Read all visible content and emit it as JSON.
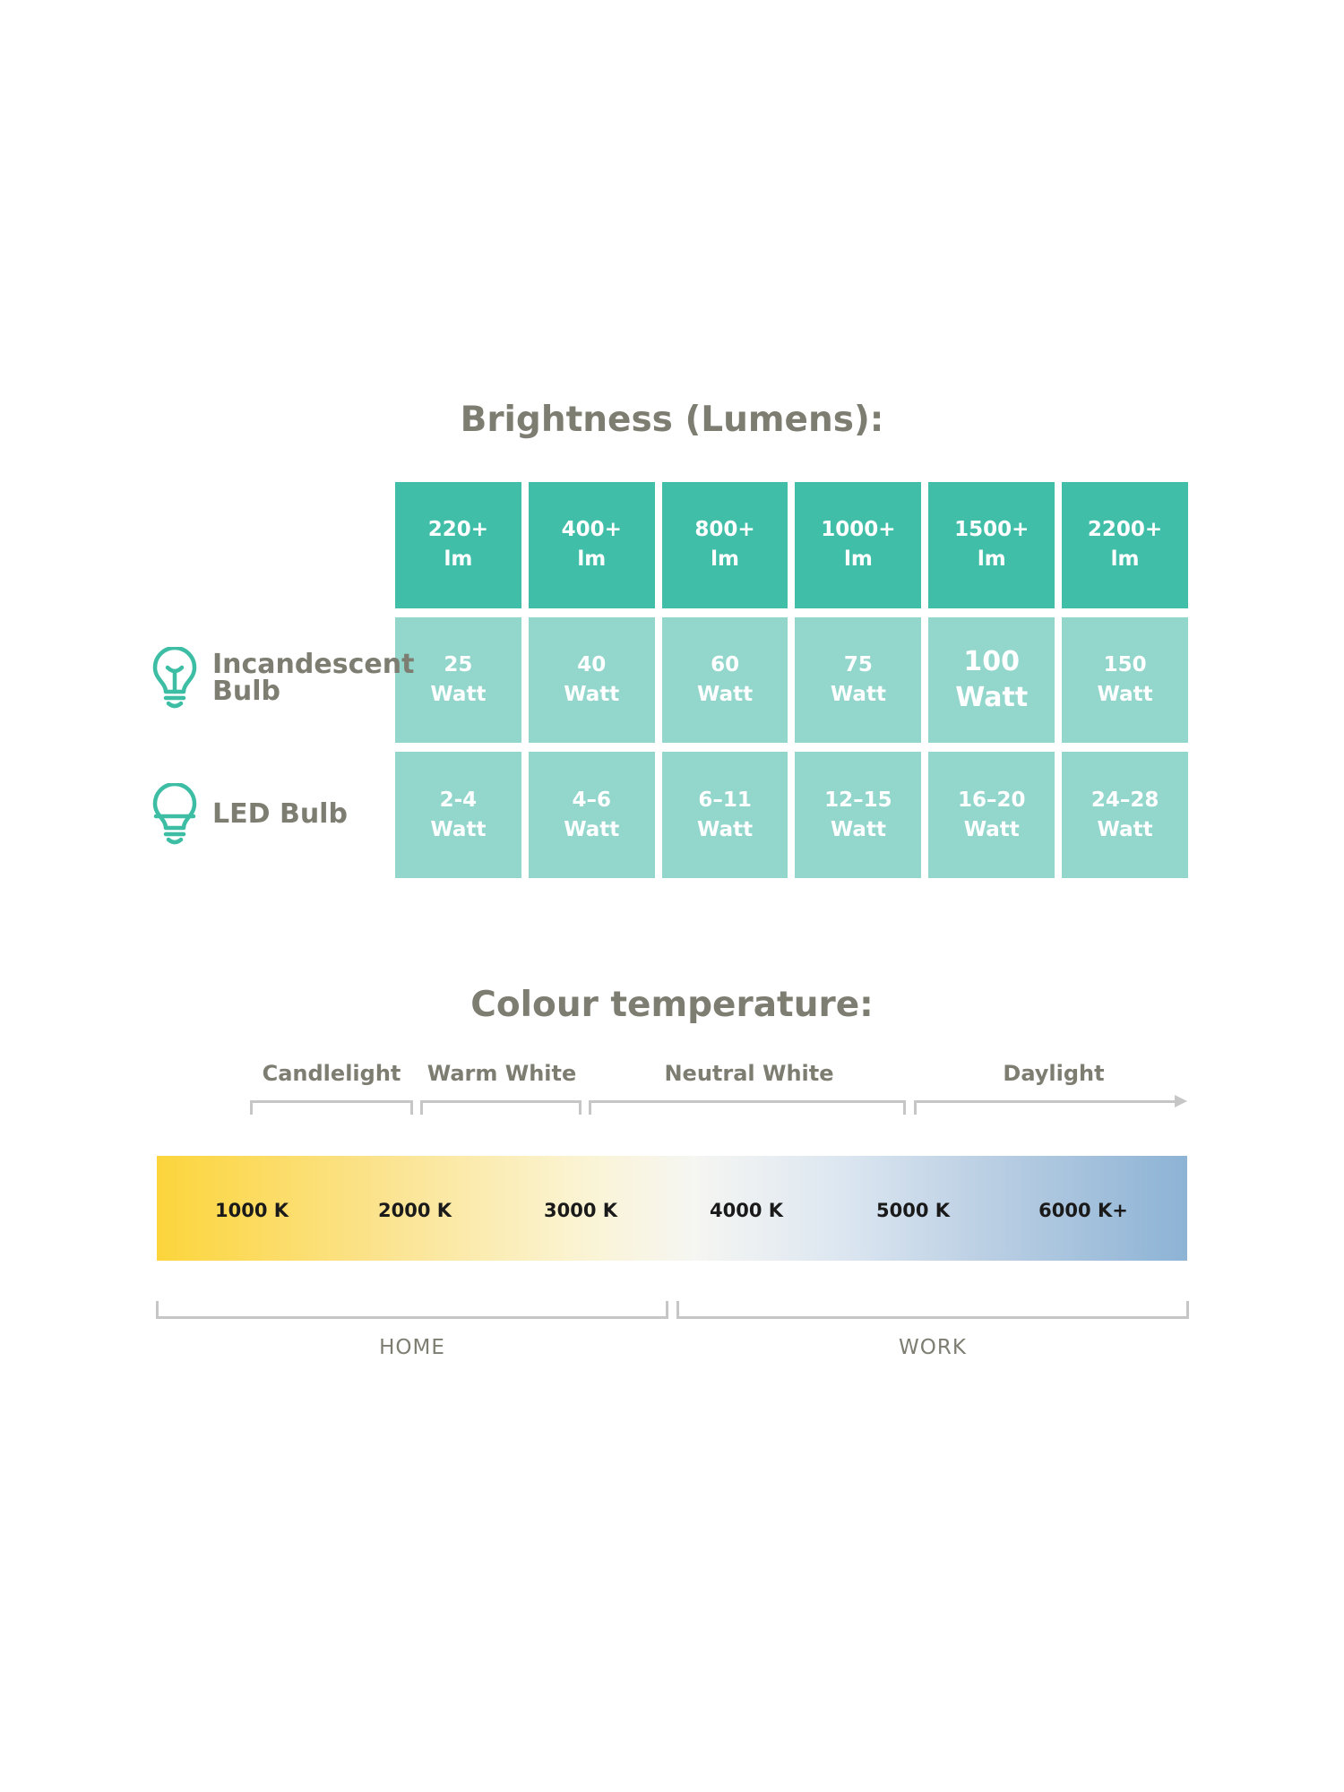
{
  "brightness": {
    "title": "Brightness (Lumens):",
    "lumens": [
      {
        "value": "220+",
        "unit": "lm"
      },
      {
        "value": "400+",
        "unit": "lm"
      },
      {
        "value": "800+",
        "unit": "lm"
      },
      {
        "value": "1000+",
        "unit": "lm"
      },
      {
        "value": "1500+",
        "unit": "lm"
      },
      {
        "value": "2200+",
        "unit": "lm"
      }
    ],
    "incandescent": {
      "label_line1": "Incandescent",
      "label_line2": "Bulb",
      "icon": "incandescent-bulb-icon",
      "watts": [
        "25",
        "40",
        "60",
        "75",
        "100",
        "150"
      ],
      "unit": "Watt"
    },
    "led": {
      "label": "LED Bulb",
      "icon": "led-bulb-icon",
      "watts": [
        "2-4",
        "4–6",
        "6–11",
        "12–15",
        "16–20",
        "24–28"
      ],
      "unit": "Watt"
    },
    "colors": {
      "header": "#40bea7",
      "body": "#93d6cc",
      "icon": "#3dbea4"
    }
  },
  "temperature": {
    "title": "Colour temperature:",
    "ranges": [
      "Candlelight",
      "Warm White",
      "Neutral White",
      "Daylight"
    ],
    "kelvin": [
      "1000 K",
      "2000 K",
      "3000 K",
      "4000 K",
      "5000 K",
      "6000 K+"
    ],
    "uses": [
      "HOME",
      "WORK"
    ],
    "gradient_colors": [
      "#fcd53b",
      "#fbf3cf",
      "#f6f6f2",
      "#8db3d5"
    ]
  }
}
